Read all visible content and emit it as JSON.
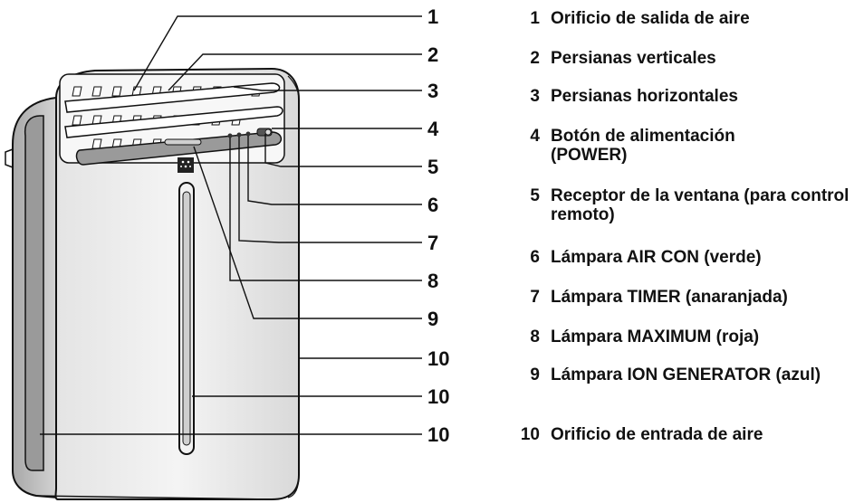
{
  "callouts": [
    {
      "number": "1"
    },
    {
      "number": "2"
    },
    {
      "number": "3"
    },
    {
      "number": "4"
    },
    {
      "number": "5"
    },
    {
      "number": "6"
    },
    {
      "number": "7"
    },
    {
      "number": "8"
    },
    {
      "number": "9"
    },
    {
      "number": "10"
    },
    {
      "number": "10"
    },
    {
      "number": "10"
    }
  ],
  "legend": [
    {
      "number": "1",
      "text": "Orificio de salida de aire"
    },
    {
      "number": "2",
      "text": "Persianas verticales"
    },
    {
      "number": "3",
      "text": "Persianas horizontales"
    },
    {
      "number": "4",
      "text": "Botón de alimentación (POWER)"
    },
    {
      "number": "5",
      "text": "Receptor de la ventana (para control remoto)"
    },
    {
      "number": "6",
      "text": "Lámpara AIR CON (verde)"
    },
    {
      "number": "7",
      "text": "Lámpara TIMER (anaranjada)"
    },
    {
      "number": "8",
      "text": "Lámpara MAXIMUM (roja)"
    },
    {
      "number": "9",
      "text": "Lámpara ION GENERATOR (azul)"
    },
    {
      "number": "10",
      "text": "Orificio de entrada de aire"
    }
  ],
  "colors": {
    "outline": "#111111",
    "body": "#ececec",
    "side": "#bdbdbd",
    "panel": "#9a9a9a"
  }
}
